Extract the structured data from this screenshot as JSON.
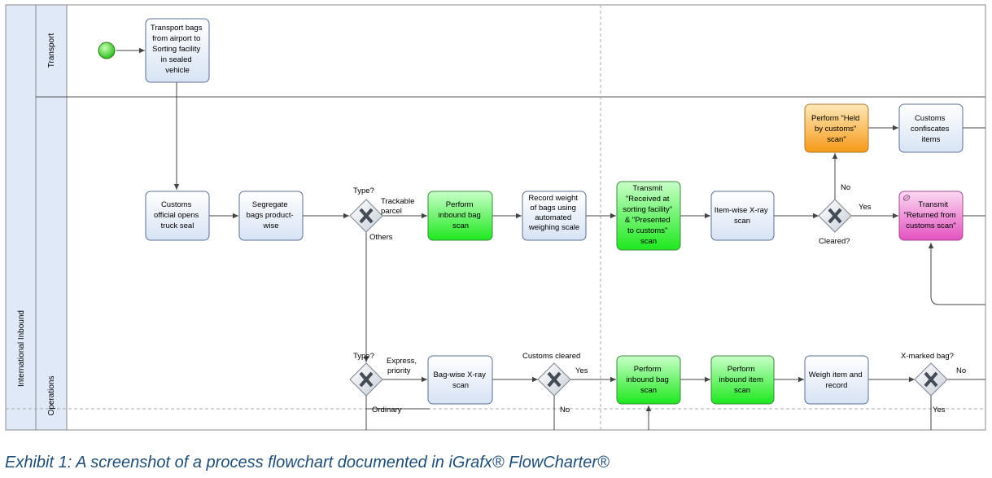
{
  "pool": {
    "label": "International Inbound"
  },
  "lanes": {
    "transport": "Transport",
    "operations": "Operations"
  },
  "nodes": {
    "transport_bags": [
      "Transport bags",
      "from airport to",
      "Sorting facility",
      "in sealed",
      "vehicle"
    ],
    "customs_opens": [
      "Customs",
      "official opens",
      "truck seal"
    ],
    "segregate": [
      "Segregate",
      "bags product-",
      "wise"
    ],
    "inbound_scan_1": [
      "Perform",
      "inbound bag",
      "scan"
    ],
    "record_weight": [
      "Record weight",
      "of bags using",
      "automated",
      "weighing scale"
    ],
    "transmit_received": [
      "Transmit",
      "\"Received at",
      "sorting facility\"",
      "& \"Presented",
      "to customs\"",
      "scan"
    ],
    "item_xray": [
      "Item-wise X-ray",
      "scan"
    ],
    "held_by_customs": [
      "Perform \"Held",
      "by customs\"",
      "scan\""
    ],
    "customs_confiscates": [
      "Customs",
      "confiscates",
      "items"
    ],
    "transmit_returned": [
      "Transmit",
      "\"Returned from",
      "customs scan\""
    ],
    "bag_xray": [
      "Bag-wise X-ray",
      "scan"
    ],
    "inbound_scan_2": [
      "Perform",
      "inbound bag",
      "scan"
    ],
    "inbound_item_scan": [
      "Perform",
      "inbound item",
      "scan"
    ],
    "weigh_item": [
      "Weigh item and",
      "record"
    ]
  },
  "labels": {
    "gw1_question": "Type?",
    "gw1_trackable": [
      "Trackable",
      "parcel"
    ],
    "gw1_others": "Others",
    "gw_cleared_question": "Cleared?",
    "gw_cleared_no": "No",
    "gw_cleared_yes": "Yes",
    "gw2_question": "Type?",
    "gw2_express": [
      "Express,",
      "priority"
    ],
    "gw2_ordinary": "Ordinary",
    "gw3_question": "Customs cleared",
    "gw3_yes": "Yes",
    "gw3_no": "No",
    "gw4_question": "X-marked bag?",
    "gw4_no": "No",
    "gw4_yes": "Yes"
  },
  "caption": "Exhibit 1:  A screenshot of a process flowchart documented in iGrafx® FlowCharter®",
  "colors": {
    "task_fill_top": "#ffffff",
    "task_fill_bottom": "#dce6f4",
    "green_top": "#b8ffb8",
    "green_bottom": "#22ee22",
    "orange_top": "#ffe3a8",
    "orange_bottom": "#f7a020",
    "pink_top": "#fbd0ef",
    "pink_bottom": "#e85cc6",
    "lane_header": "#dde8f7",
    "caption": "#1f4e79"
  }
}
